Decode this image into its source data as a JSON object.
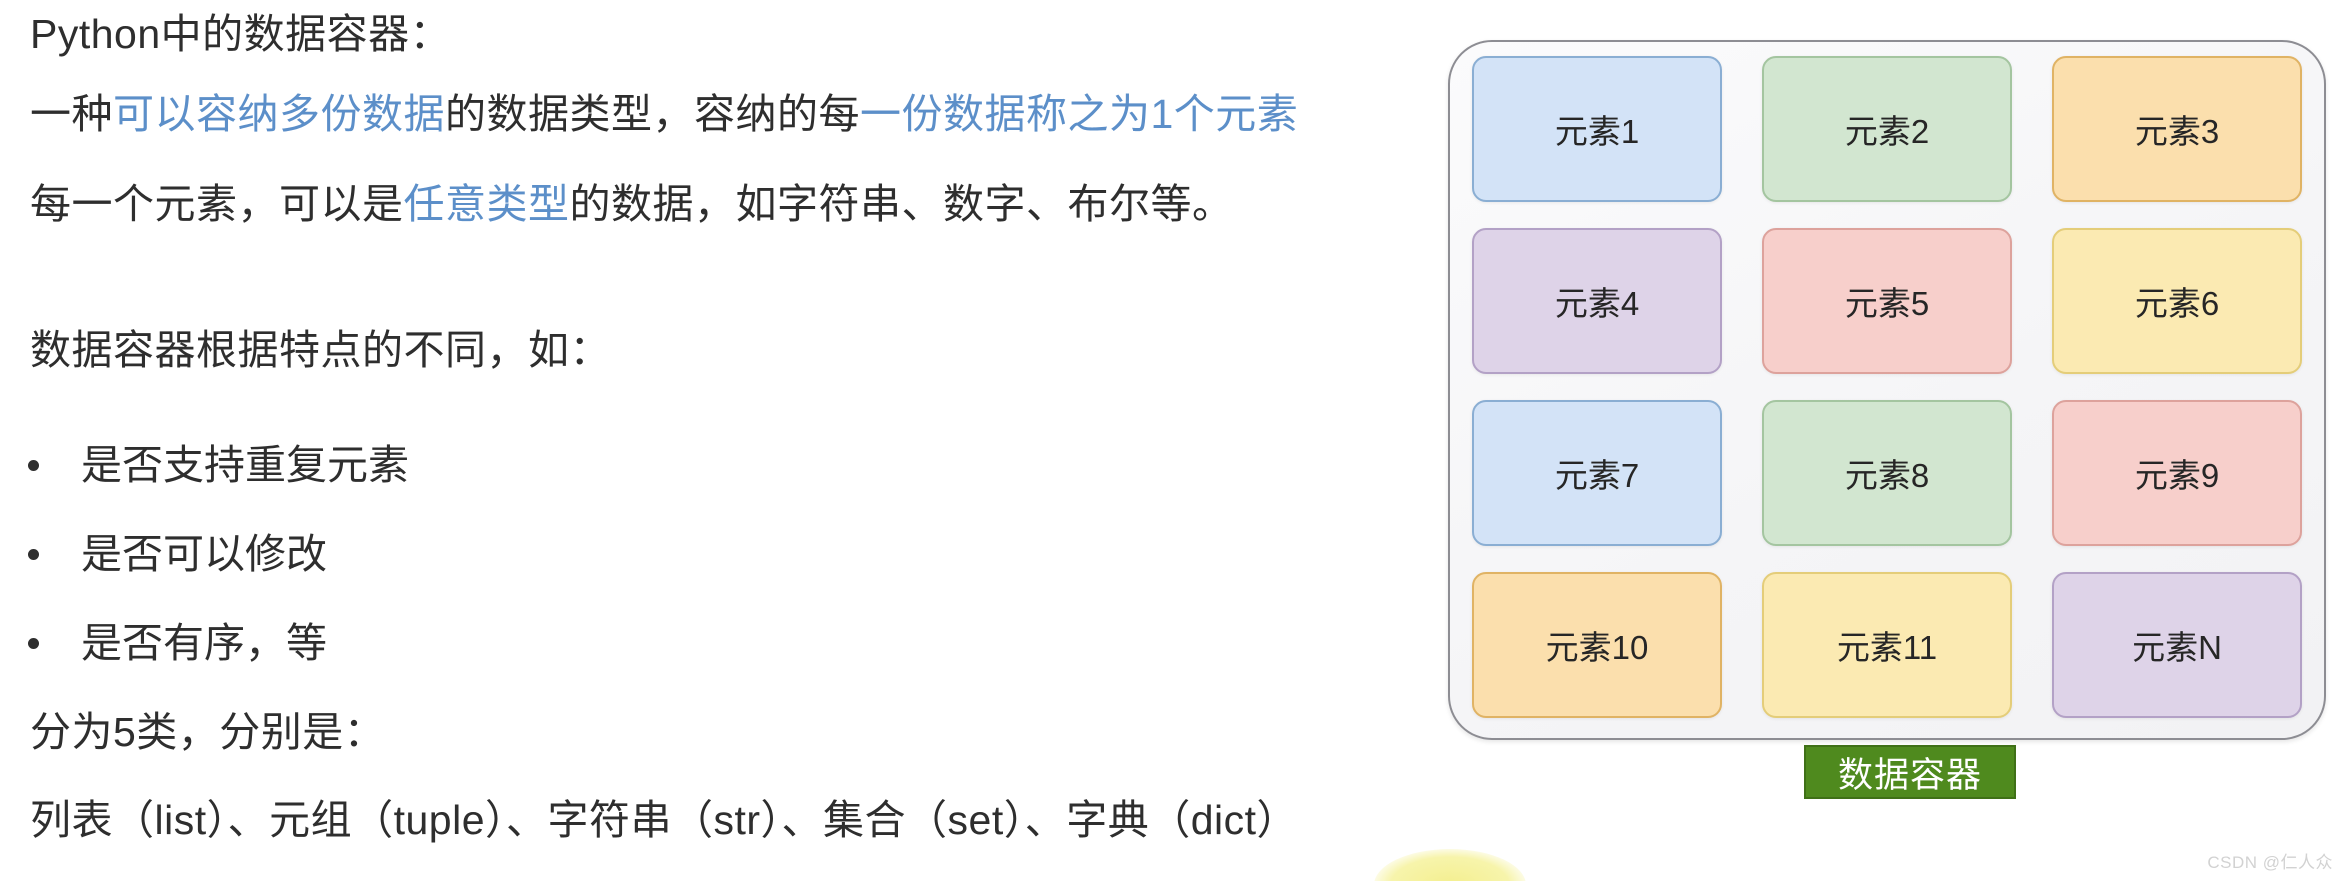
{
  "page": {
    "background": "#ffffff",
    "accent_blue": "#5c8fc9",
    "text_color": "#2e2e2e"
  },
  "text": {
    "title_line": "Python中的数据容器：",
    "para1": {
      "seg1": "一种",
      "seg2_blue": "可以容纳多份数据",
      "seg3": "的数据类型，容纳的每",
      "seg4_blue": "一份数据称之为1个元素"
    },
    "para2": {
      "seg1": "每一个元素，可以是",
      "seg2_blue": "任意类型",
      "seg3": "的数据，如字符串、数字、布尔等。"
    },
    "section_heading": "数据容器根据特点的不同，如：",
    "bullets": [
      "是否支持重复元素",
      "是否可以修改",
      "是否有序，等"
    ],
    "classify_line": "分为5类，分别是：",
    "types_line": "列表（list）、元组（tuple）、字符串（str）、集合（set）、字典（dict）"
  },
  "diagram": {
    "container_label": "数据容器",
    "container_label_bg": "#4f8a1e",
    "container_border": "#8d8d93",
    "elements": [
      {
        "label": "元素1",
        "fill": "#d3e3f7",
        "border": "#8aaed3"
      },
      {
        "label": "元素2",
        "fill": "#d2e6d0",
        "border": "#a4c5a0"
      },
      {
        "label": "元素3",
        "fill": "#fbdfad",
        "border": "#e0b364"
      },
      {
        "label": "元素4",
        "fill": "#ded3e8",
        "border": "#b3a1c6"
      },
      {
        "label": "元素5",
        "fill": "#f7cfcb",
        "border": "#dda29c"
      },
      {
        "label": "元素6",
        "fill": "#fbeab2",
        "border": "#e4cd79"
      },
      {
        "label": "元素7",
        "fill": "#d3e3f7",
        "border": "#8aaed3"
      },
      {
        "label": "元素8",
        "fill": "#d2e6d0",
        "border": "#a4c5a0"
      },
      {
        "label": "元素9",
        "fill": "#f7cfcb",
        "border": "#dda29c"
      },
      {
        "label": "元素10",
        "fill": "#fbdfad",
        "border": "#e0b364"
      },
      {
        "label": "元素11",
        "fill": "#fbeab2",
        "border": "#e4cd79"
      },
      {
        "label": "元素N",
        "fill": "#ded3e8",
        "border": "#b3a1c6"
      }
    ]
  },
  "watermark": "CSDN @仁人众"
}
